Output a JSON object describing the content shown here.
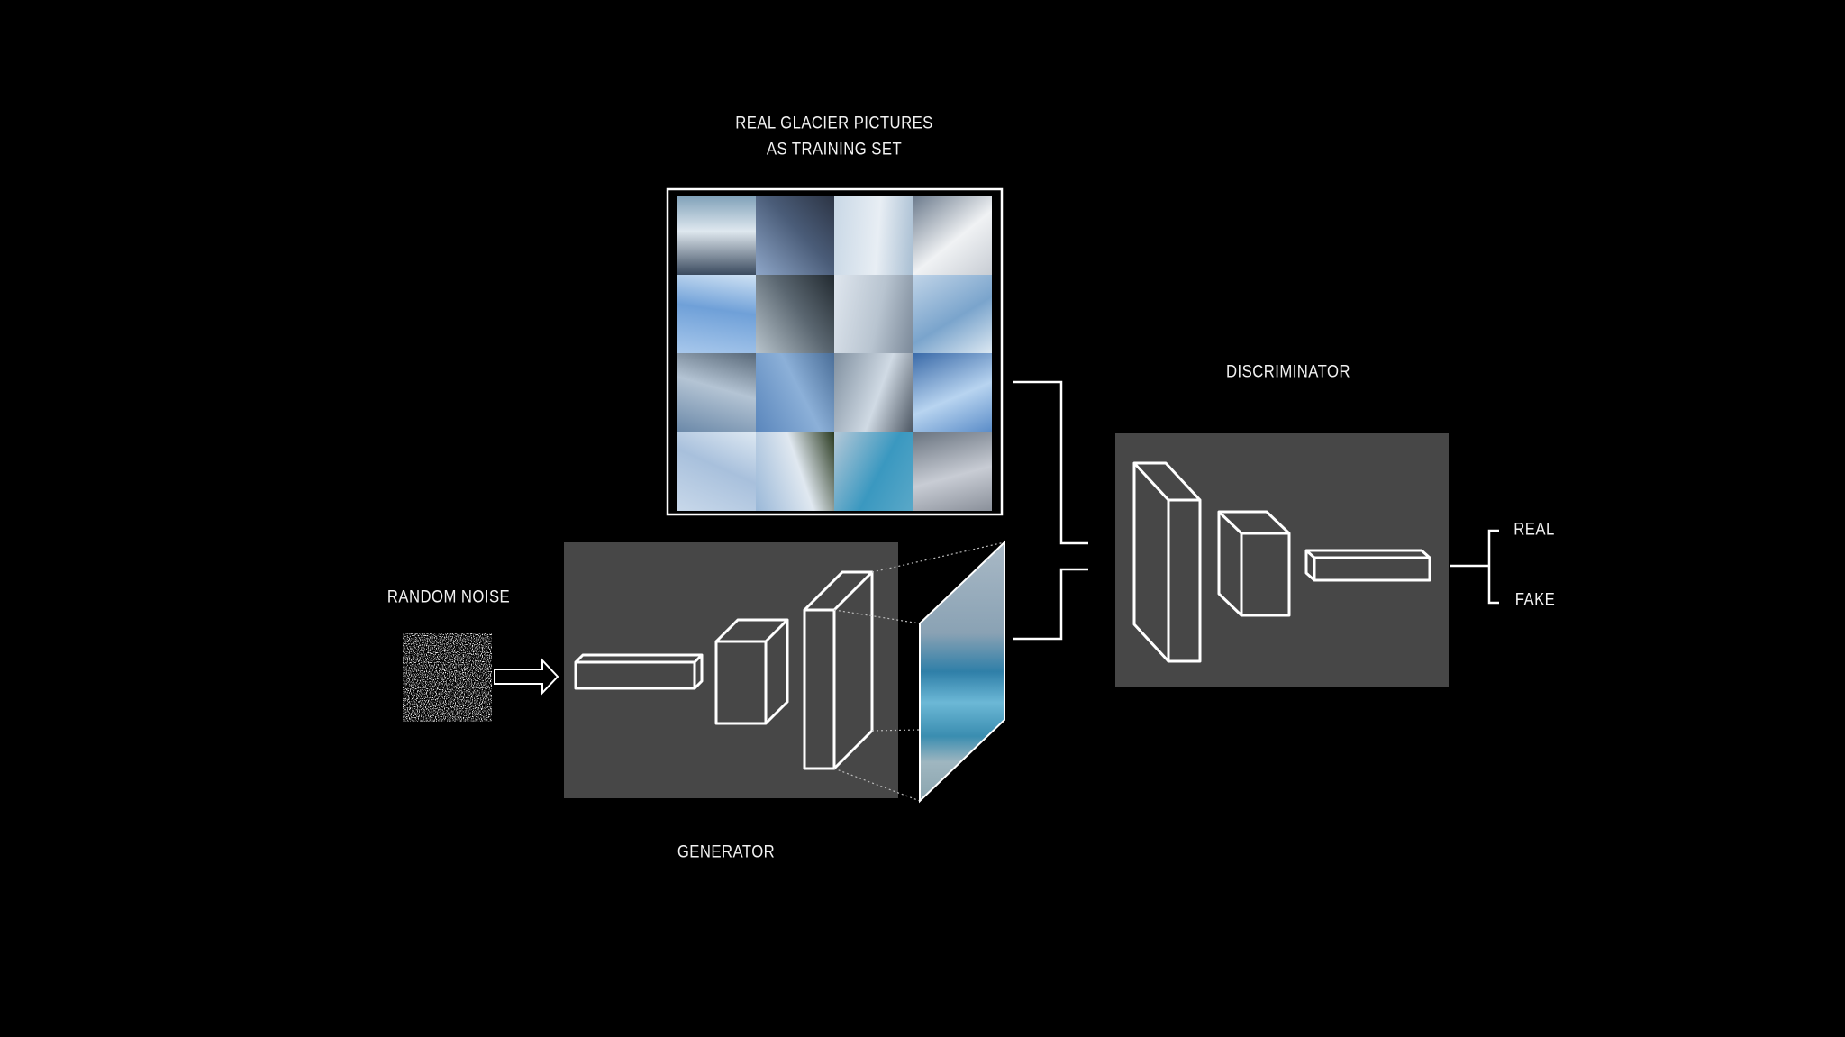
{
  "training_set": {
    "title_line1": "REAL GLACIER PICTURES",
    "title_line2": "AS TRAINING SET",
    "tile_gradients": [
      [
        "#3a4a5e",
        "#dfe8ef",
        "#7fa0b8"
      ],
      [
        "#8ea6c8",
        "#4a5c78",
        "#2c3444"
      ],
      [
        "#c9d8e6",
        "#e8eef4",
        "#a8bed2"
      ],
      [
        "#6b7a8c",
        "#f0f2f4",
        "#c8cdd4"
      ],
      [
        "#a8c8ec",
        "#6fa0d8",
        "#cfe2f4"
      ],
      [
        "#b8c4cc",
        "#5a6670",
        "#222a30"
      ],
      [
        "#dfe6ee",
        "#b8c4d0",
        "#7a8898"
      ],
      [
        "#c0d4e8",
        "#7aa4cc",
        "#dce8f2"
      ],
      [
        "#6a88a8",
        "#b4c4d4",
        "#586878"
      ],
      [
        "#5a86bc",
        "#8cb0d8",
        "#4a6e98"
      ],
      [
        "#8090a0",
        "#d0dae4",
        "#4a5460"
      ],
      [
        "#3a6aa8",
        "#b8d4f0",
        "#5a8cc8"
      ],
      [
        "#c8d8ea",
        "#a8c0dc",
        "#dde8f2"
      ],
      [
        "#9ab8d8",
        "#e0e8f0",
        "#2a3a20"
      ],
      [
        "#b4c8d8",
        "#3a98c0",
        "#5aa8c8"
      ],
      [
        "#6a7480",
        "#c8ccd4",
        "#8a909a"
      ]
    ]
  },
  "generator": {
    "input_label": "RANDOM NOISE",
    "label": "GENERATOR"
  },
  "discriminator": {
    "label": "DISCRIMINATOR"
  },
  "outputs": {
    "real": "REAL",
    "fake": "FAKE"
  },
  "colors": {
    "background": "#000000",
    "panel": "#474747",
    "line": "#ffffff"
  }
}
